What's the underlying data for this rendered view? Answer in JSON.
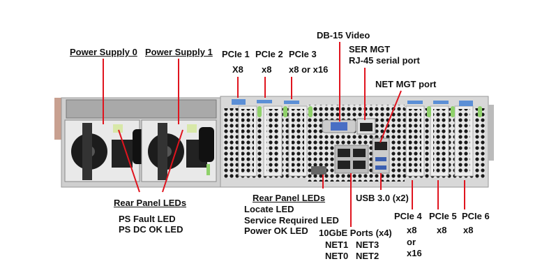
{
  "colors": {
    "callout_line": "#e0141e",
    "chassis": "#d4d4d4",
    "latch_green": "#8fd16a",
    "pcie_tab": "#5b8fd6"
  },
  "labels": {
    "ps0": "Power Supply 0",
    "ps1": "Power Supply 1",
    "pcie1": "PCIe 1",
    "pcie1_width": "X8",
    "pcie2": "PCIe 2",
    "pcie2_width": "x8",
    "pcie3": "PCIe 3",
    "pcie3_width": "x8 or x16",
    "db15": "DB-15 Video",
    "ser_mgt": "SER MGT",
    "ser_mgt_desc": "RJ-45 serial port",
    "net_mgt": "NET MGT port",
    "rear_leds": "Rear Panel LEDs",
    "locate": "Locate LED",
    "service": "Service Required LED",
    "power_ok": "Power OK LED",
    "usb": "USB 3.0 (x2)",
    "tengbe": "10GbE Ports (x4)",
    "net1": "NET1",
    "net3": "NET3",
    "net0": "NET0",
    "net2": "NET2",
    "pcie4": "PCIe 4",
    "pcie4_w1": "x8",
    "pcie4_w2": "or",
    "pcie4_w3": "x16",
    "pcie5": "PCIe 5",
    "pcie5_width": "x8",
    "pcie6": "PCIe 6",
    "pcie6_width": "x8",
    "ps_leds": "Rear Panel LEDs",
    "ps_fault": "PS Fault LED",
    "ps_dc_ok": "PS DC OK LED"
  }
}
